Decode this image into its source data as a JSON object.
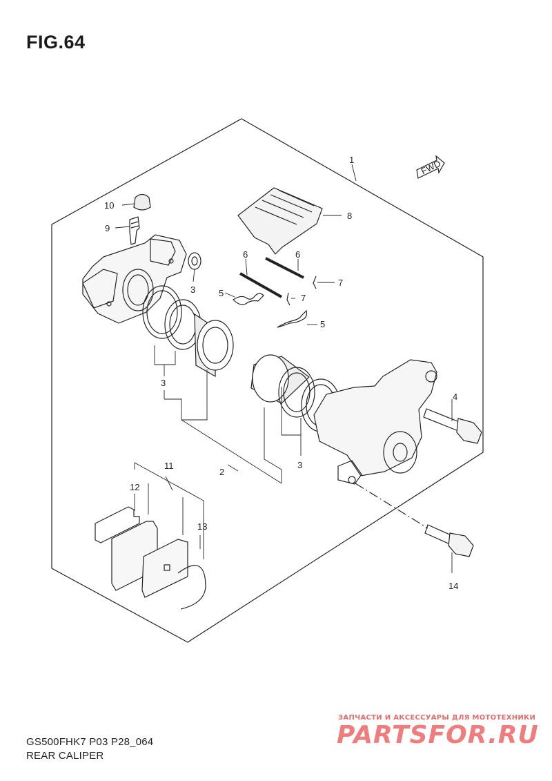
{
  "figure": {
    "title": "FIG.64",
    "fwd_label": "FWD"
  },
  "callouts": {
    "c1": "1",
    "c2": "2",
    "c3a": "3",
    "c3b": "3",
    "c3c": "3",
    "c4": "4",
    "c5a": "5",
    "c5b": "5",
    "c6a": "6",
    "c6b": "6",
    "c7a": "7",
    "c7b": "7",
    "c8": "8",
    "c9": "9",
    "c10": "10",
    "c11": "11",
    "c12": "12",
    "c13": "13",
    "c14": "14"
  },
  "footer": {
    "code": "GS500FHK7 P03 P28_064",
    "name": "REAR CALIPER"
  },
  "watermark": {
    "tagline": "ЗАПЧАСТИ И АКСЕССУАРЫ ДЛЯ МОТОТЕХНИКИ",
    "logo": "PARTSFOR.RU"
  }
}
